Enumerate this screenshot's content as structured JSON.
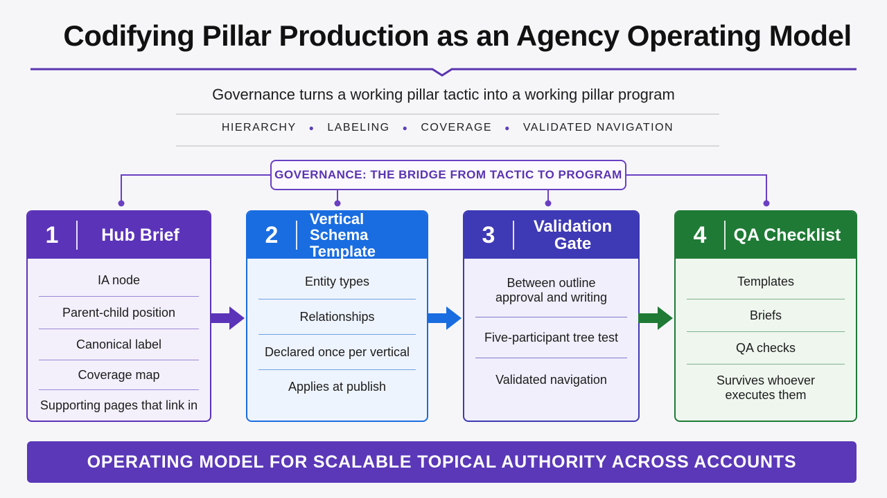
{
  "title": "Codifying Pillar Production as an Agency Operating Model",
  "subtitle": "Governance turns a working pillar tactic into a working pillar program",
  "keywords": [
    "HIERARCHY",
    "LABELING",
    "COVERAGE",
    "VALIDATED NAVIGATION"
  ],
  "governance_label": "GOVERNANCE: THE BRIDGE FROM TACTIC TO PROGRAM",
  "cards": [
    {
      "number": "1",
      "title": "Hub Brief",
      "color": "#5b33b8",
      "items": [
        "IA node",
        "Parent-child position",
        "Canonical label",
        "Coverage map",
        "Supporting pages that link in"
      ]
    },
    {
      "number": "2",
      "title": "Vertical Schema Template",
      "color": "#1a6de0",
      "items": [
        "Entity types",
        "Relationships",
        "Declared once per vertical",
        "Applies at publish"
      ]
    },
    {
      "number": "3",
      "title": "Validation Gate",
      "color": "#3e39b4",
      "items": [
        "Between outline approval and writing",
        "Five-participant tree test",
        "Validated navigation"
      ]
    },
    {
      "number": "4",
      "title": "QA Checklist",
      "color": "#1f7a35",
      "items": [
        "Templates",
        "Briefs",
        "QA checks",
        "Survives whoever executes them"
      ]
    }
  ],
  "footer": "OPERATING MODEL FOR SCALABLE TOPICAL AUTHORITY ACROSS ACCOUNTS"
}
